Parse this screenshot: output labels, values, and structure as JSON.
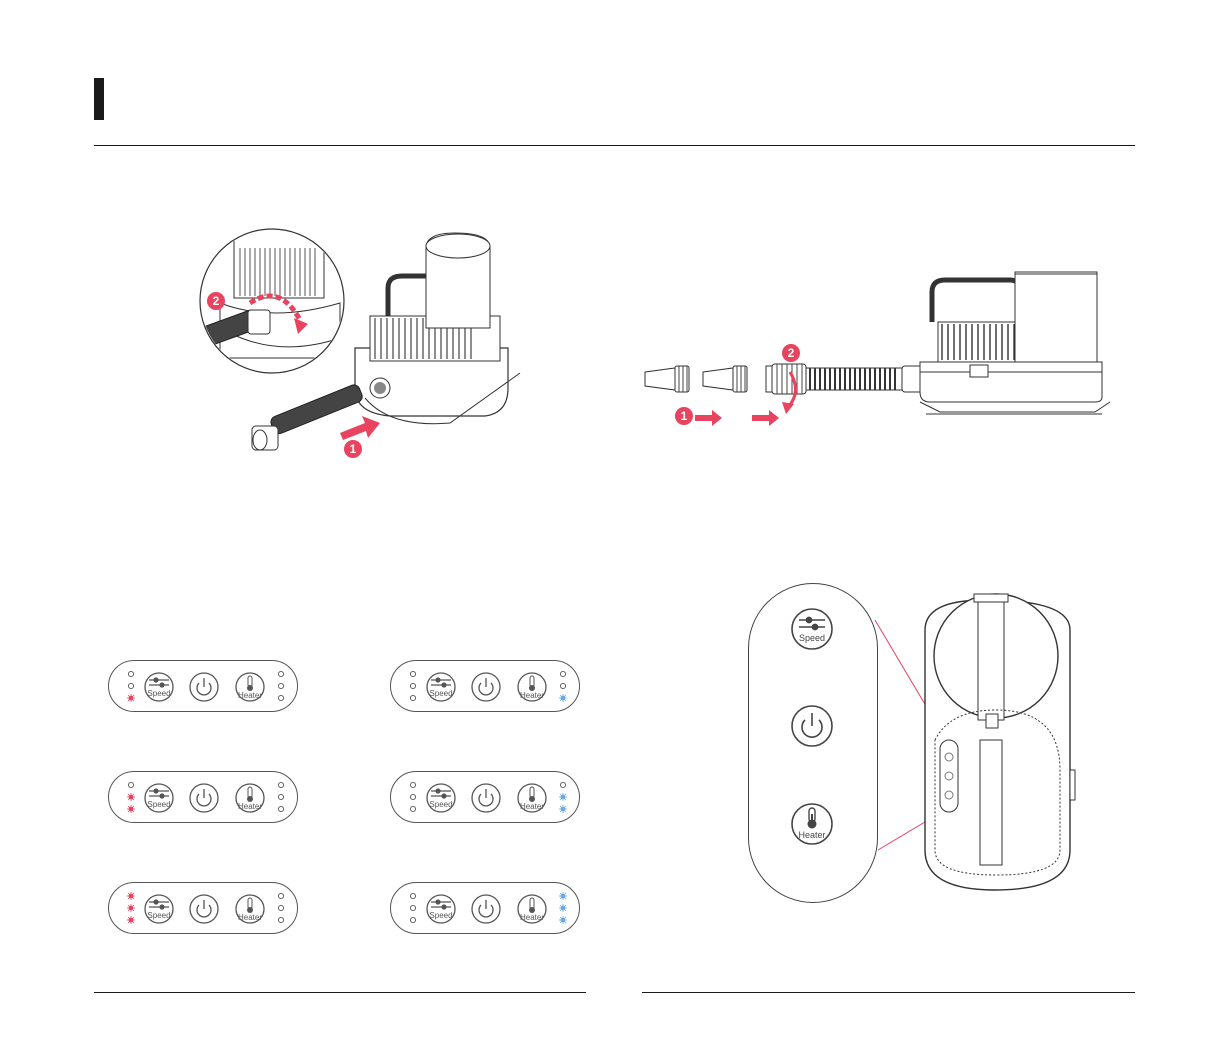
{
  "header": {
    "title": ""
  },
  "labels": {
    "speed": "Speed",
    "heater": "Heater"
  },
  "steps": {
    "one": "1",
    "two": "2"
  },
  "colors": {
    "accent": "#e8435f",
    "speed_led": "#e8435f",
    "heater_led": "#6aa9e6",
    "line": "#333333"
  },
  "control_panels": [
    {
      "name": "speed-level-1",
      "speed_leds": [
        false,
        false,
        true
      ],
      "heater_leds": [
        false,
        false,
        false
      ]
    },
    {
      "name": "heater-level-1",
      "speed_leds": [
        false,
        false,
        false
      ],
      "heater_leds": [
        false,
        false,
        true
      ]
    },
    {
      "name": "speed-level-2",
      "speed_leds": [
        false,
        true,
        true
      ],
      "heater_leds": [
        false,
        false,
        false
      ]
    },
    {
      "name": "heater-level-2",
      "speed_leds": [
        false,
        false,
        false
      ],
      "heater_leds": [
        false,
        true,
        true
      ]
    },
    {
      "name": "speed-level-3",
      "speed_leds": [
        true,
        true,
        true
      ],
      "heater_leds": [
        false,
        false,
        false
      ]
    },
    {
      "name": "heater-level-3",
      "speed_leds": [
        false,
        false,
        false
      ],
      "heater_leds": [
        true,
        true,
        true
      ]
    }
  ],
  "icons": [
    "power-icon",
    "speed-sliders-icon",
    "thermometer-icon",
    "arrow-icon",
    "rotate-arrow-icon"
  ]
}
